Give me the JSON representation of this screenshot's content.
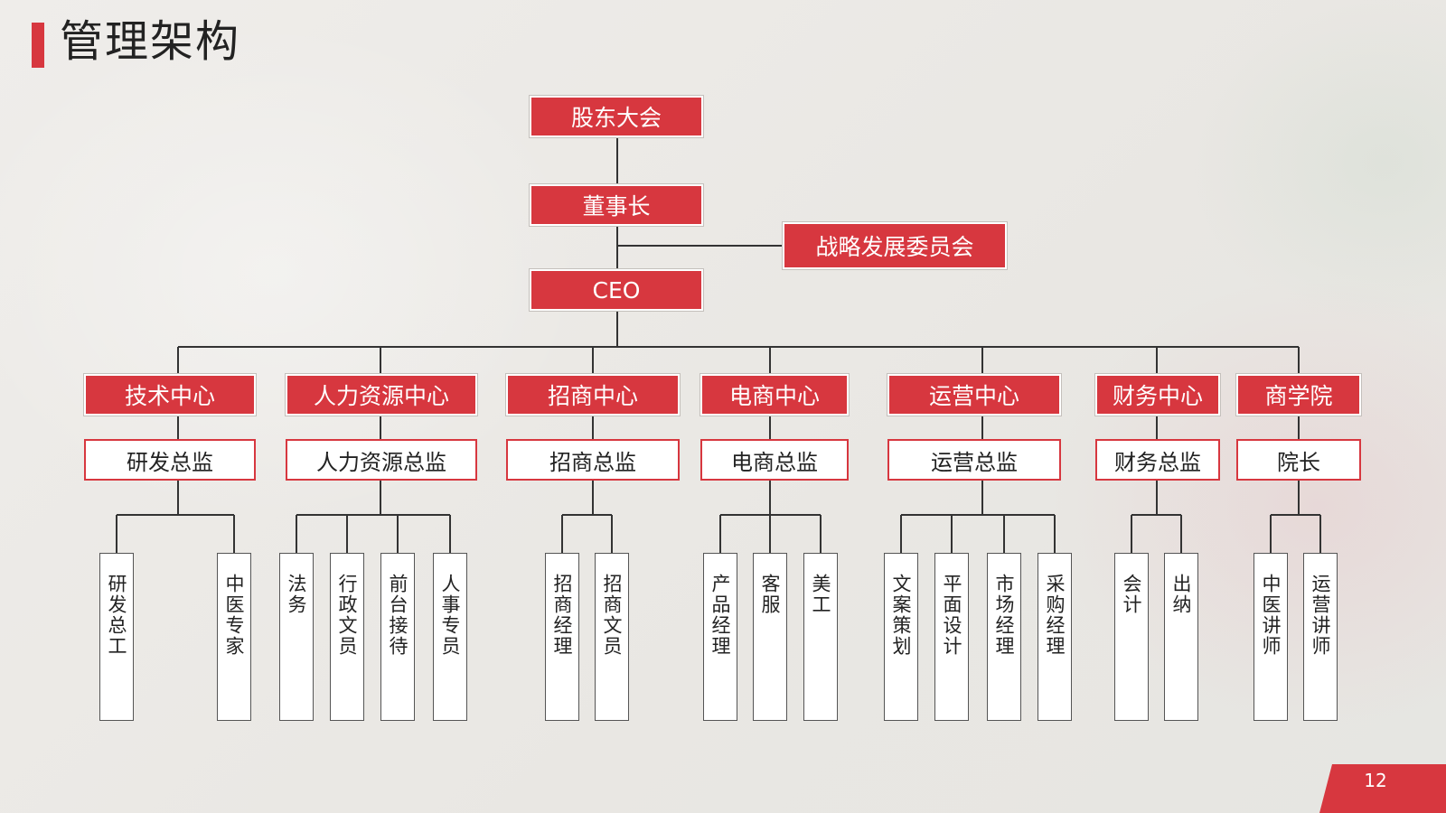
{
  "page_title": "管理架构",
  "page_number": "12",
  "colors": {
    "accent": "#d7373f",
    "line": "#333333"
  },
  "chart": {
    "top": [
      "股东大会",
      "董事长",
      "CEO"
    ],
    "committee": "战略发展委员会",
    "departments": [
      {
        "name": "技术中心",
        "head": "研发总监",
        "staff": [
          "研发总工",
          "中医专家"
        ]
      },
      {
        "name": "人力资源中心",
        "head": "人力资源总监",
        "staff": [
          "法务",
          "行政文员",
          "前台接待",
          "人事专员"
        ]
      },
      {
        "name": "招商中心",
        "head": "招商总监",
        "staff": [
          "招商经理",
          "招商文员"
        ]
      },
      {
        "name": "电商中心",
        "head": "电商总监",
        "staff": [
          "产品经理",
          "客服",
          "美工"
        ]
      },
      {
        "name": "运营中心",
        "head": "运营总监",
        "staff": [
          "文案策划",
          "平面设计",
          "市场经理",
          "采购经理"
        ]
      },
      {
        "name": "财务中心",
        "head": "财务总监",
        "staff": [
          "会计",
          "出纳"
        ]
      },
      {
        "name": "商学院",
        "head": "院长",
        "staff": [
          "中医讲师",
          "运营讲师"
        ]
      }
    ]
  }
}
